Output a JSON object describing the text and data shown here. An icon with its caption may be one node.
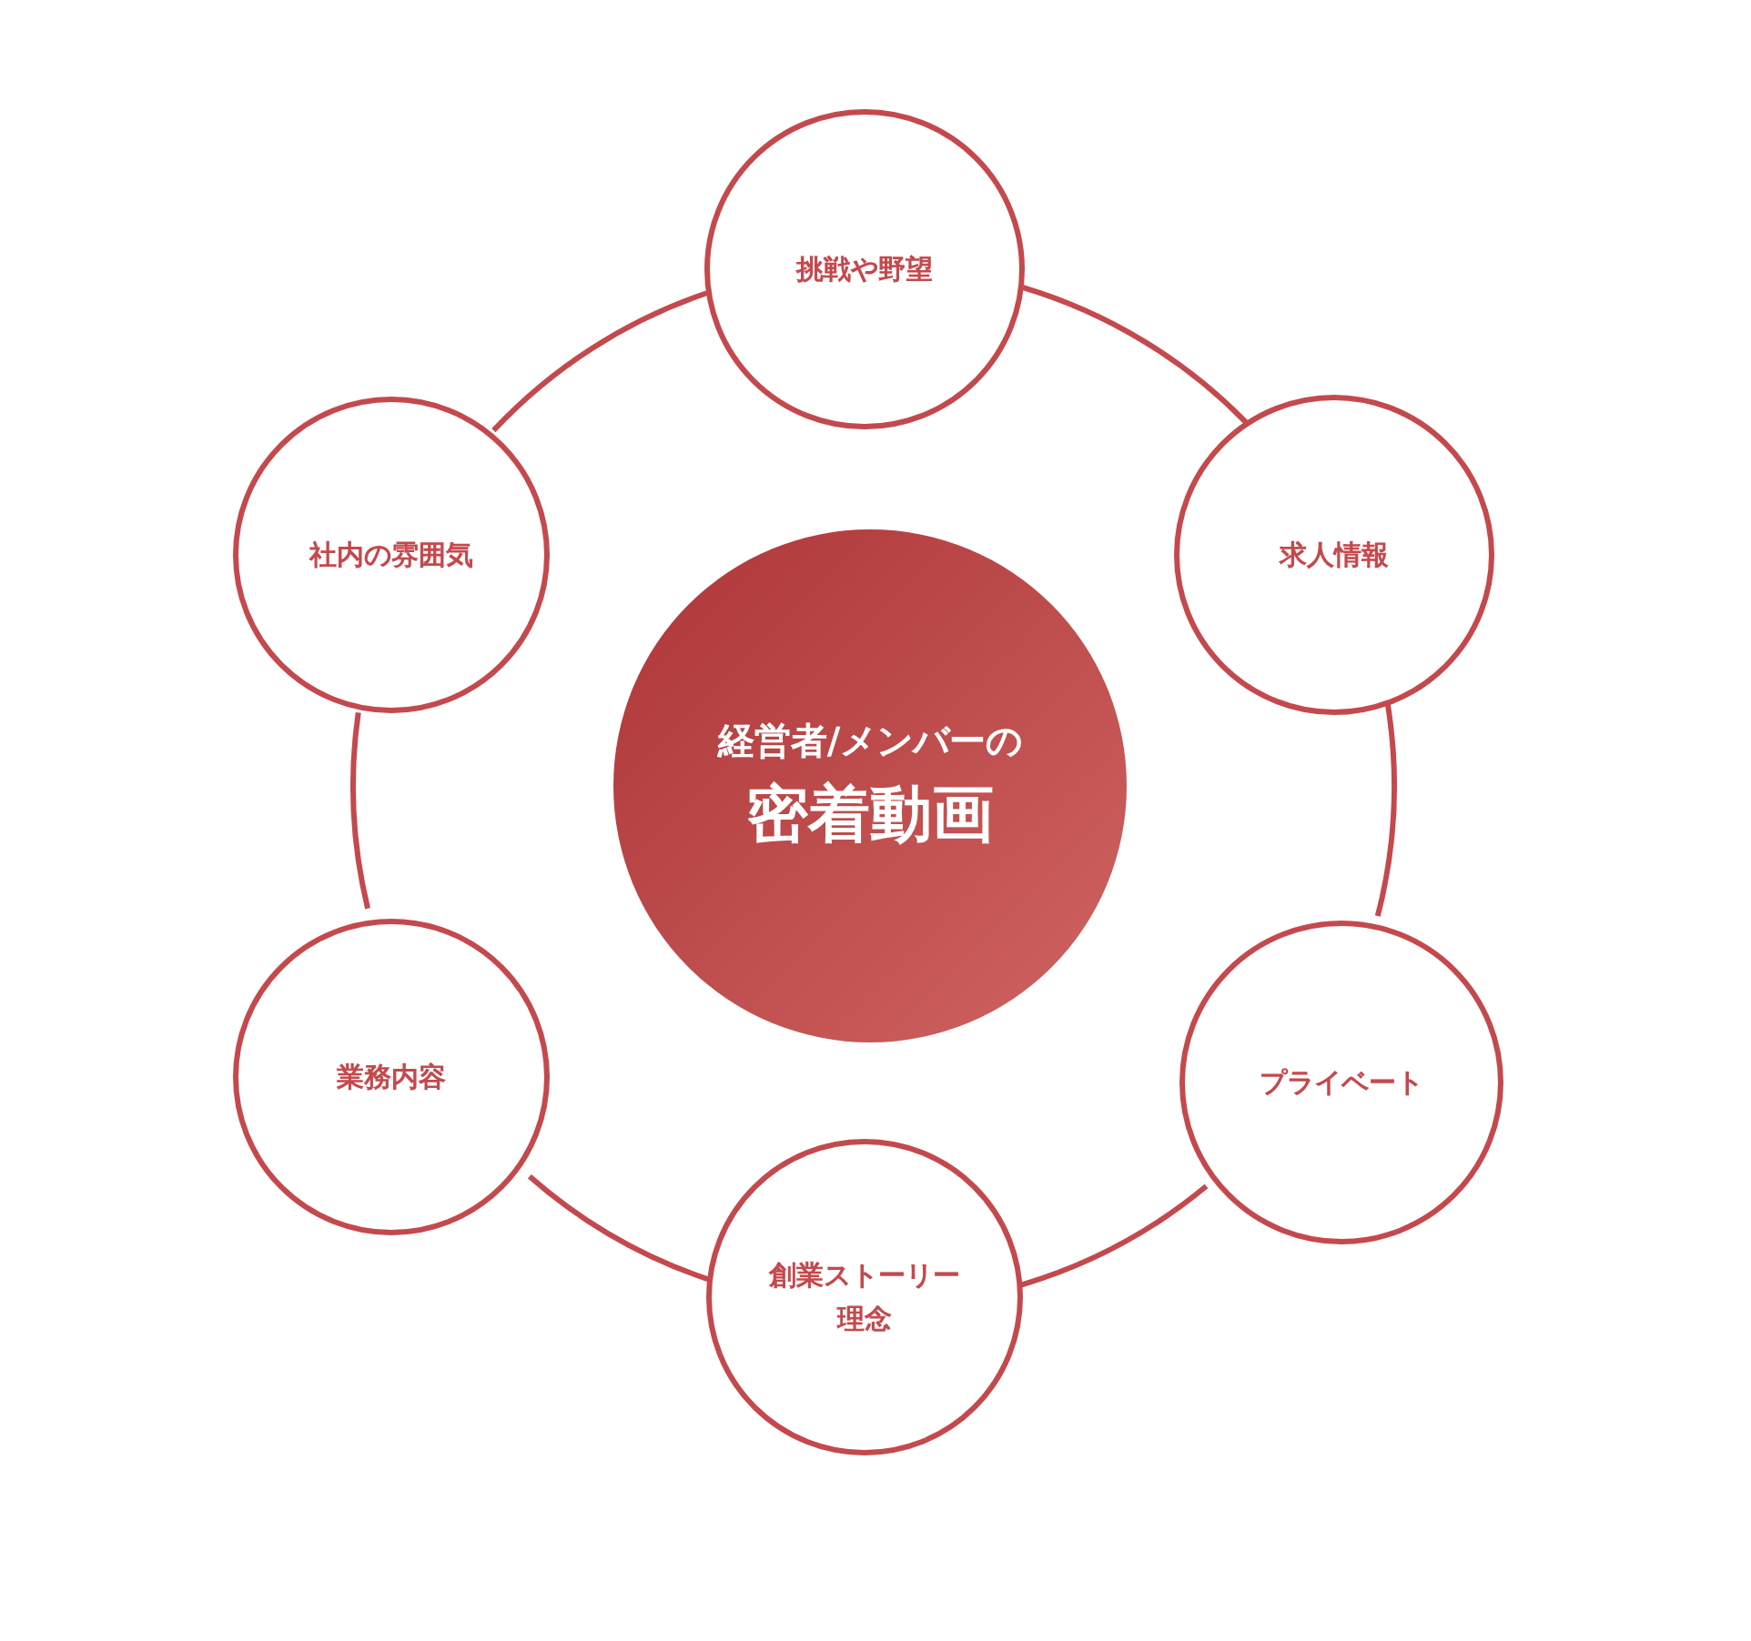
{
  "diagram": {
    "nodes": [
      {
        "text": [
          "経営者/メンバーの",
          "密着動画"
        ]
      },
      {
        "text": [
          "挑戦や野望"
        ]
      },
      {
        "text": [
          "求人情報"
        ]
      },
      {
        "text": [
          "プライベート"
        ]
      },
      {
        "text": [
          "創業ストーリー",
          "理念"
        ]
      },
      {
        "text": [
          "業務内容"
        ]
      },
      {
        "text": [
          "社内の雰囲気"
        ]
      }
    ],
    "edges": [
      {
        "from": 1,
        "to": 2,
        "arrow": "none"
      },
      {
        "from": 2,
        "to": 3,
        "arrow": "none"
      },
      {
        "from": 3,
        "to": 4,
        "arrow": "none"
      },
      {
        "from": 4,
        "to": 5,
        "arrow": "none"
      },
      {
        "from": 5,
        "to": 6,
        "arrow": "none"
      },
      {
        "from": 6,
        "to": 1,
        "arrow": "none"
      }
    ]
  }
}
